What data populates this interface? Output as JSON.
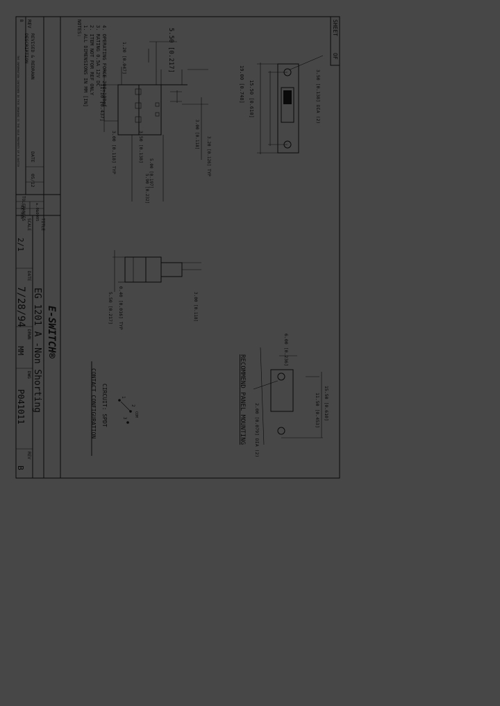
{
  "colors": {
    "background": "#474747",
    "ink": "#0a0a0a"
  },
  "title_block": {
    "sheet_label": "SHEET",
    "of_label": "OF",
    "title_label": "TITLE",
    "title": "EG 1201 A -Non Shorting",
    "company": "E-SWITCH®",
    "scale_label": "SCALE",
    "scale": "2/1",
    "date_label": "DATE",
    "date": "7/28/94",
    "drawn_label": "DRWN",
    "drawn": "MM",
    "drawing_number_label": "DWG",
    "drawing_number": "P041011",
    "rev_label": "REV",
    "rev": "B",
    "tolerances_label": "TOLERANCES",
    "tol_1": ".XX",
    ".tol_2": "",
    "tol_row1_a": ".XX",
    "tol_row1_b": "±.010",
    "tol_row2_a": ".XXX",
    "tol_row2_b": "±.005"
  },
  "revision_block": {
    "rev_header": "REV",
    "description_header": "DESCRIPTION",
    "date_header": "DATE",
    "rev_value": "B",
    "description_value": "REVISED & REDRAWN",
    "date_value": "05/12",
    "footnote": "THE INFORMATION CONTAINED IN THIS DRAWING IS THE SOLE PROPERTY OF E-SWITCH"
  },
  "notes": {
    "header": "NOTES:",
    "items": [
      "1. ALL DIMENSIONS IN MM [IN]",
      "2. ITEM NOT FOR REF ONLY",
      "3. RATING 0.5A 12V DC",
      "4. OPERATING FORCE 200±100gf"
    ]
  },
  "dimensions": {
    "d1": "5.50 [0.217]",
    "d2": "1.20 [0.047]",
    "d3": "11.10 [0.437]",
    "d4": "3.00 [0.118] TYP",
    "d5": "3.50 [0.138]",
    "d6": "3.00 [0.118]",
    "d7": "3.20 [0.126] TYP",
    "d8": "5.00 [0.197]",
    "d9": "5.90 [0.232]",
    "d10": "19.00 [0.748]",
    "d11": "15.50 [0.610]",
    "d12": "3.50 [0.138] DIA (2)",
    "d13": "3.00 [0.118]",
    "d14": "0.40 [0.016] TYP",
    "d15": "5.50 [0.217]",
    "d16": "6.00 [0.236]",
    "d17": "15.50 [0.610]",
    "d18": "11.50 [0.453]",
    "d19": "2.00 [0.079] DIA (2)"
  },
  "labels": {
    "panel_mounting": "RECOMMEND PANEL MOUNTING",
    "circuit": "CIRCUIT: SPDT",
    "contact_config": "CONTACT CONFIGURATION",
    "pin_1": "1",
    "pin_2": "2",
    "pin_3": "3",
    "common": "COM"
  }
}
